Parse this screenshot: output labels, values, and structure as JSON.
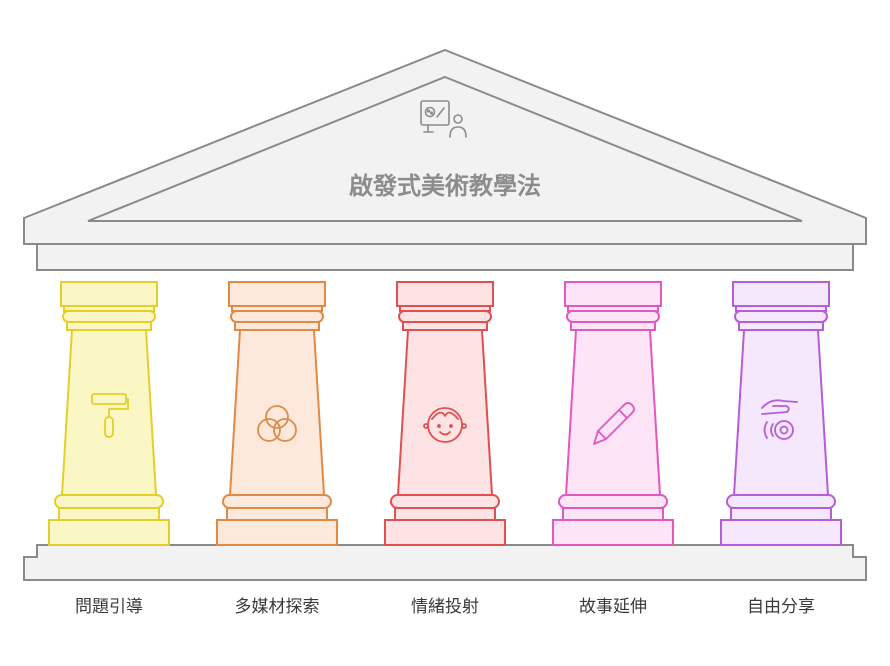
{
  "title": "啟發式美術教學法",
  "title_icon": "art-teaching-icon",
  "pillars": [
    {
      "label": "問題引導",
      "icon": "paint-roller-icon",
      "color": "#e2cf2a",
      "fill": "#fbf7c4"
    },
    {
      "label": "多媒材探索",
      "icon": "overlapping-circles-icon",
      "color": "#e08a45",
      "fill": "#fde9dc"
    },
    {
      "label": "情緒投射",
      "icon": "smiling-face-icon",
      "color": "#e05050",
      "fill": "#fde3e3"
    },
    {
      "label": "故事延伸",
      "icon": "pencil-icon",
      "color": "#e058c0",
      "fill": "#fde3f6"
    },
    {
      "label": "自由分享",
      "icon": "hand-sharing-icon",
      "color": "#b55ed8",
      "fill": "#f5e7fc"
    }
  ],
  "colors": {
    "structure_stroke": "#8a8a8a",
    "structure_fill": "#f2f2f2",
    "title": "#8c8c8c",
    "label": "#3a3a3a"
  }
}
